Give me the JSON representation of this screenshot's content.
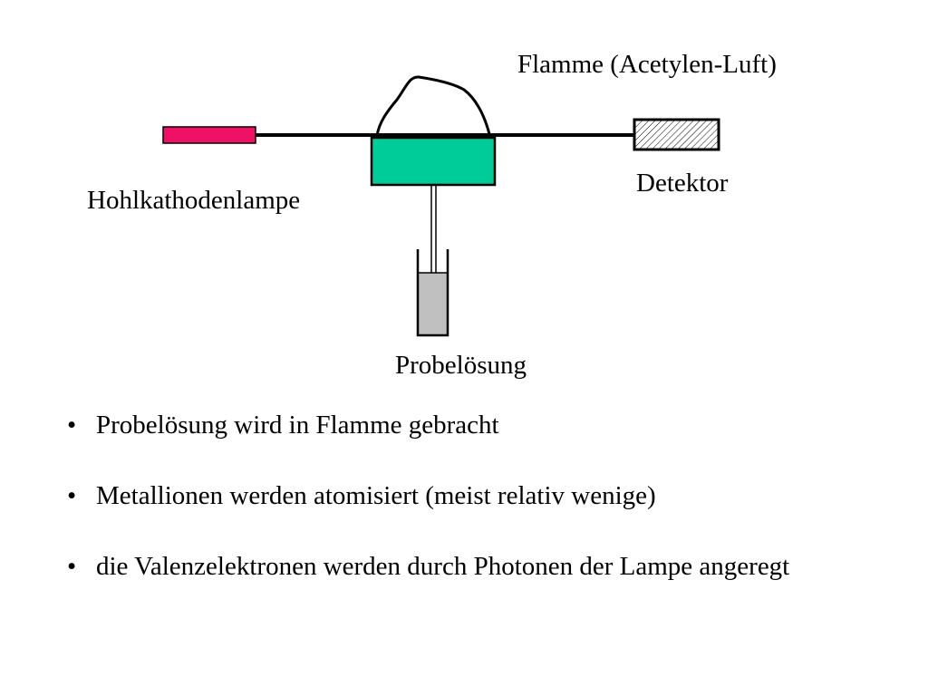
{
  "labels": {
    "flame": "Flamme (Acetylen-Luft)",
    "detector": "Detektor",
    "lamp": "Hohlkathodenlampe",
    "sample": "Probelösung"
  },
  "bullets": [
    "Probelösung wird in Flamme gebracht",
    "Metallionen werden atomisiert (meist relativ wenige)",
    "die Valenzelektronen werden durch Photonen der Lampe angeregt"
  ],
  "bullet_symbol": "•",
  "colors": {
    "lamp": "#ee1166",
    "burner": "#00cc99",
    "sample_liquid": "#c0c0c0",
    "beam": "#000000"
  }
}
